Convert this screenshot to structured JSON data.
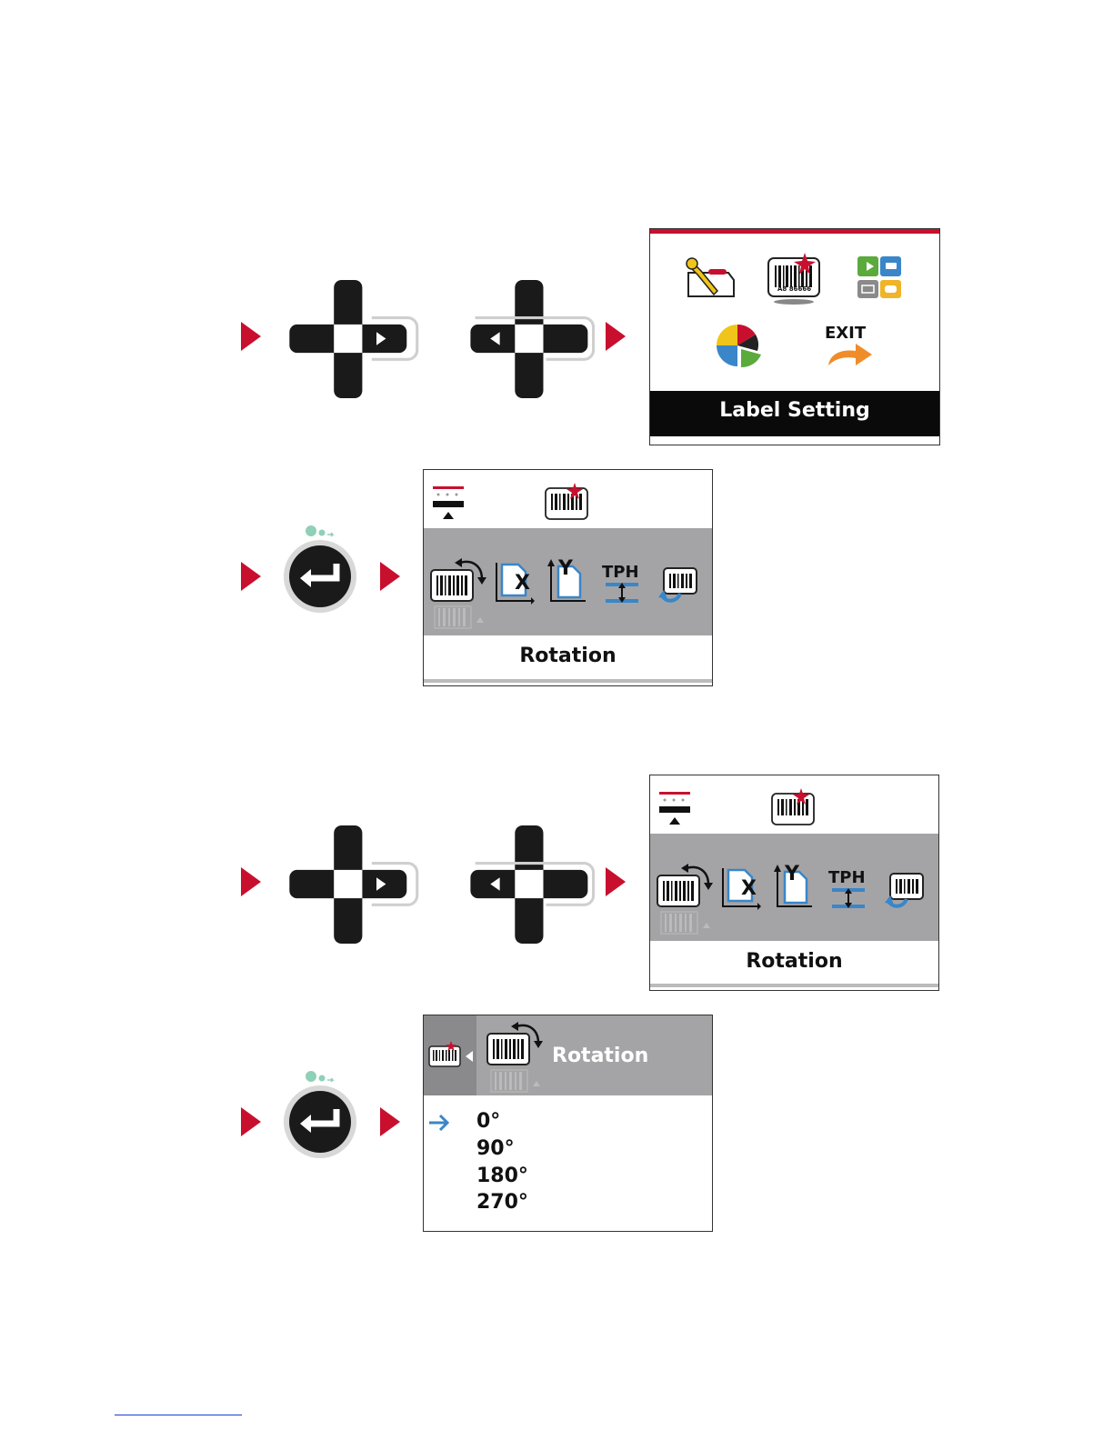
{
  "row1": {
    "screen": {
      "title": "Label Setting",
      "exit_text": "EXIT",
      "icons": [
        "printer-setting-icon",
        "label-setting-icon",
        "interface-icon",
        "advanced-icon",
        "exit-icon"
      ]
    }
  },
  "row2": {
    "screen": {
      "title": "Rotation",
      "tph_text": "TPH",
      "x_text": "X",
      "y_text": "Y"
    }
  },
  "row3": {
    "screen": {
      "title": "Rotation",
      "tph_text": "TPH",
      "x_text": "X",
      "y_text": "Y"
    }
  },
  "row4": {
    "screen": {
      "header": "Rotation",
      "options": [
        "0°",
        "90°",
        "180°",
        "270°"
      ],
      "selected_index": 0
    }
  },
  "barcode_caption": "A8 86666",
  "colors": {
    "accent_red": "#c8102e",
    "lcd_grey": "#a4a4a6",
    "selection_arrow": "#3a86c8"
  }
}
